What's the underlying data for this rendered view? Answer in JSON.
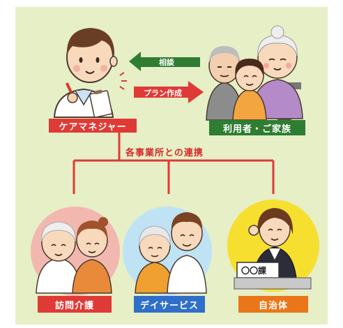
{
  "care_manager": {
    "label": "ケアマネジャー"
  },
  "family": {
    "label": "利用者・ご家族"
  },
  "arrows": {
    "consult": "相談",
    "plan": "プラン作成"
  },
  "cooperation": {
    "heading": "各事業所との連携"
  },
  "services": [
    {
      "label": "訪問介護"
    },
    {
      "label": "デイサービス"
    },
    {
      "label": "自治体"
    }
  ],
  "office_sign": "〇〇課",
  "colors": {
    "panel": "#e6efc6",
    "red": "#e03a36",
    "green": "#2e7d32",
    "blue": "#2f6fc9",
    "orange": "#e97619",
    "circle_pink": "#f2b8b0",
    "circle_blue": "#bfe2f5",
    "circle_yellow": "#f7df2f"
  }
}
